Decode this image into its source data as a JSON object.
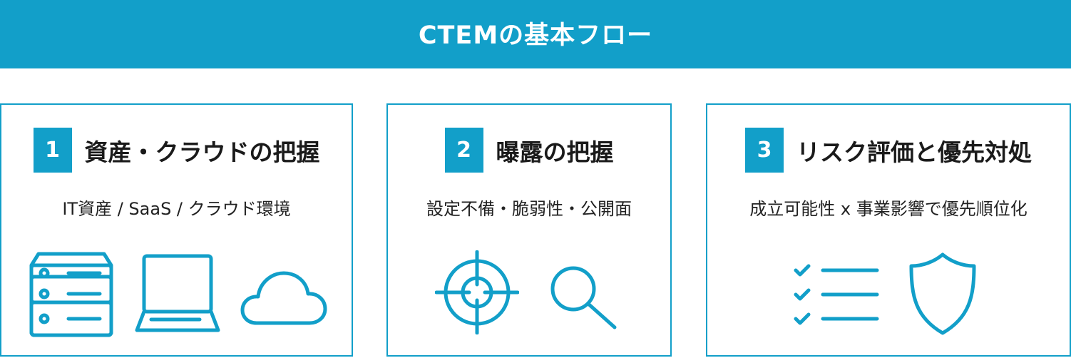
{
  "banner": {
    "title": "CTEMの基本フロー"
  },
  "colors": {
    "accent": "#129fc9",
    "text": "#1a1a1a"
  },
  "steps": [
    {
      "number": "1",
      "title": "資産・クラウドの把握",
      "description": "IT資産 / SaaS / クラウド環境",
      "icons": [
        "server-rack-icon",
        "laptop-icon",
        "cloud-icon"
      ]
    },
    {
      "number": "2",
      "title": "曝露の把握",
      "description": "設定不備・脆弱性・公開面",
      "icons": [
        "crosshair-target-icon",
        "magnifier-icon"
      ]
    },
    {
      "number": "3",
      "title": "リスク評価と優先対処",
      "description": "成立可能性 x 事業影響で優先順位化",
      "icons": [
        "checklist-icon",
        "shield-icon"
      ]
    }
  ]
}
